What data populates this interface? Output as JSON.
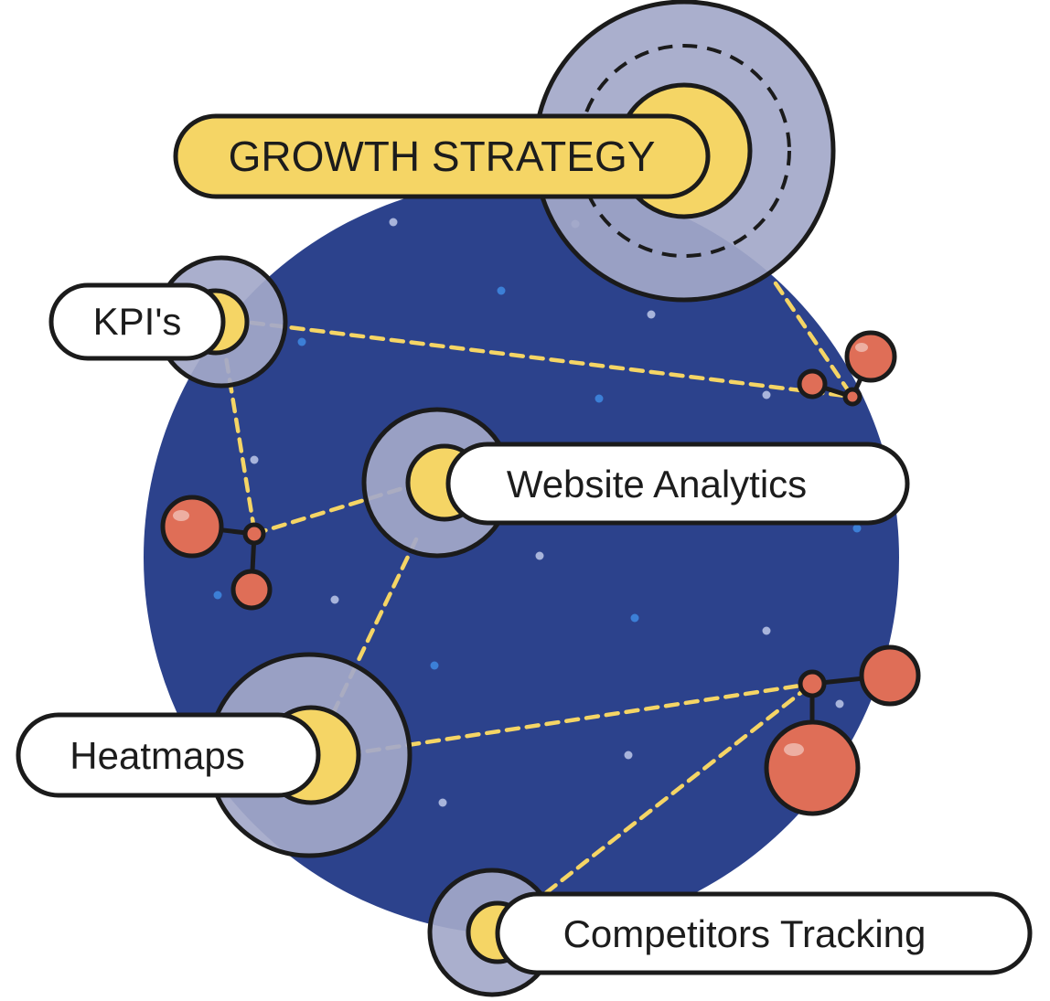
{
  "title": "GROWTH STRATEGY",
  "nodes": [
    {
      "id": "kpis",
      "label": "KPI's"
    },
    {
      "id": "website-analytics",
      "label": "Website Analytics"
    },
    {
      "id": "heatmaps",
      "label": "Heatmaps"
    },
    {
      "id": "competitors-tracking",
      "label": "Competitors Tracking"
    }
  ],
  "colors": {
    "planet": "#2c428c",
    "halo": "#a3a8c9",
    "core": "#f5d565",
    "dot": "#df6e57",
    "link": "#f5d565",
    "outline": "#1b1b1b",
    "pill": "#ffffff"
  }
}
